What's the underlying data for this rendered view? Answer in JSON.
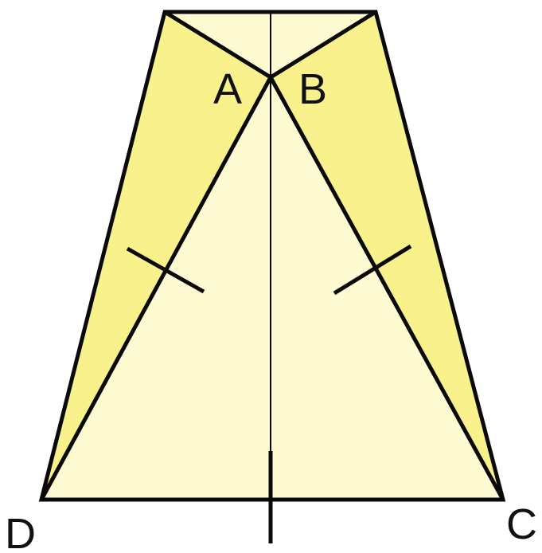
{
  "colors": {
    "background": "#ffffff",
    "light_fill": "#fefad2",
    "dark_fill": "#f9f18c",
    "stroke": "#0a0a0a"
  },
  "labels": {
    "a": "A",
    "b": "B",
    "c": "C",
    "d": "D"
  }
}
